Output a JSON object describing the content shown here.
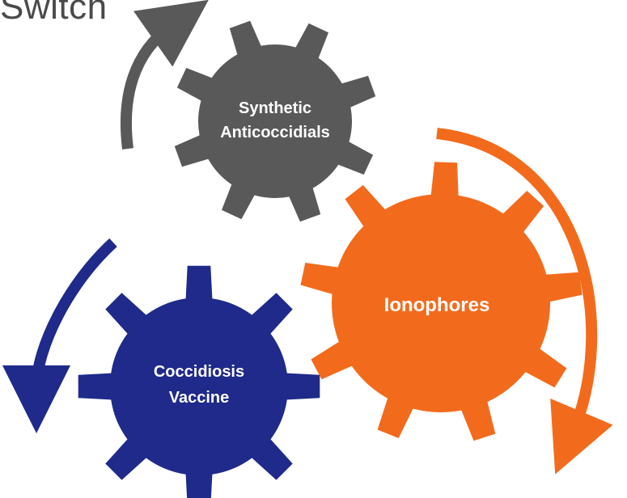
{
  "title": "Switch",
  "gears": [
    {
      "id": "synthetic",
      "lines": [
        "Synthetic",
        "Anticoccidials"
      ],
      "color": "#595959"
    },
    {
      "id": "ionophores",
      "lines": [
        "Ionophores"
      ],
      "color": "#f26b1d"
    },
    {
      "id": "vaccine",
      "lines": [
        "Coccidiosis",
        "Vaccine"
      ],
      "color": "#1f2a8a"
    }
  ],
  "arrows": [
    {
      "id": "synthetic-arrow",
      "color": "#595959"
    },
    {
      "id": "ionophores-arrow",
      "color": "#f26b1d"
    },
    {
      "id": "vaccine-arrow",
      "color": "#1f2a8a"
    }
  ]
}
